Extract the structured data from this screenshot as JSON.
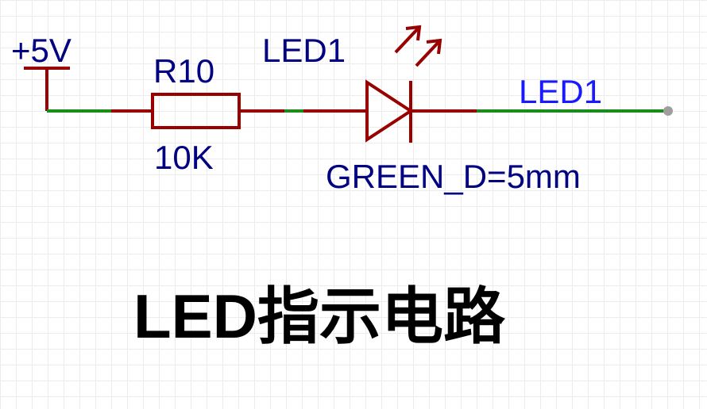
{
  "colors": {
    "wire": "#1a8c1a",
    "component": "#990000",
    "text": "#000080",
    "title": "#000000",
    "endpoint": "#9e9e9e"
  },
  "power": {
    "label": "+5V"
  },
  "resistor": {
    "designator": "R10",
    "value": "10K"
  },
  "led": {
    "designator": "LED1",
    "value": "GREEN_D=5mm"
  },
  "net_label": "LED1",
  "title": "LED指示电路"
}
